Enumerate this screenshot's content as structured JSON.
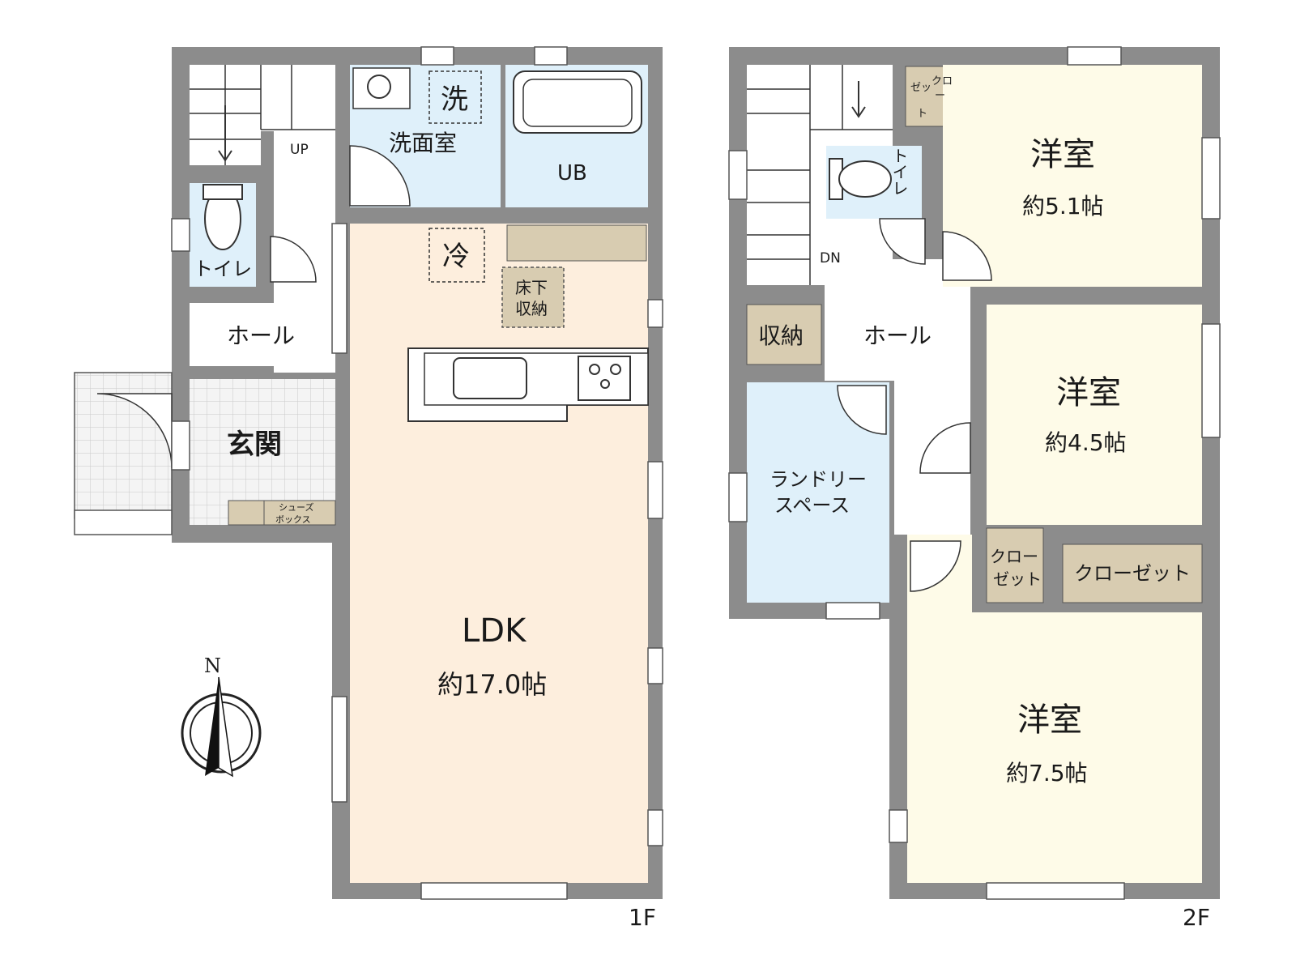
{
  "colors": {
    "wall": "#8c8c8c",
    "wall_edge": "#6e6e6e",
    "ldk": "#fdeedd",
    "wet": "#dff0fa",
    "western": "#fefbe8",
    "storage": "#d8ccb1",
    "hall": "#ffffff",
    "tile": "#f4f4f4",
    "tile_line": "#c9c9c9",
    "line": "#333333"
  },
  "floor1": {
    "label": "1F",
    "rooms": {
      "up": "UP",
      "toilet": "トイレ",
      "washroom": "洗面室",
      "washer": "洗",
      "bath": "UB",
      "fridge": "冷",
      "underfloor": [
        "床下",
        "収納"
      ],
      "hall": "ホール",
      "entrance": "玄関",
      "shoebox": [
        "シューズ",
        "ボックス"
      ],
      "ldk_name": "LDK",
      "ldk_size": "約17.0帖"
    }
  },
  "floor2": {
    "label": "2F",
    "rooms": {
      "dn": "DN",
      "closet_small": [
        "クロ",
        "ー",
        "ゼッ",
        "ト"
      ],
      "toilet": "トイレ",
      "room1_name": "洋室",
      "room1_size": "約5.1帖",
      "storage": "収納",
      "hall": "ホール",
      "laundry": [
        "ランドリー",
        "スペース"
      ],
      "room2_name": "洋室",
      "room2_size": "約4.5帖",
      "closet2": [
        "クロー",
        "ゼット"
      ],
      "closet3": "クローゼット",
      "room3_name": "洋室",
      "room3_size": "約7.5帖"
    }
  },
  "compass": {
    "north": "N"
  }
}
